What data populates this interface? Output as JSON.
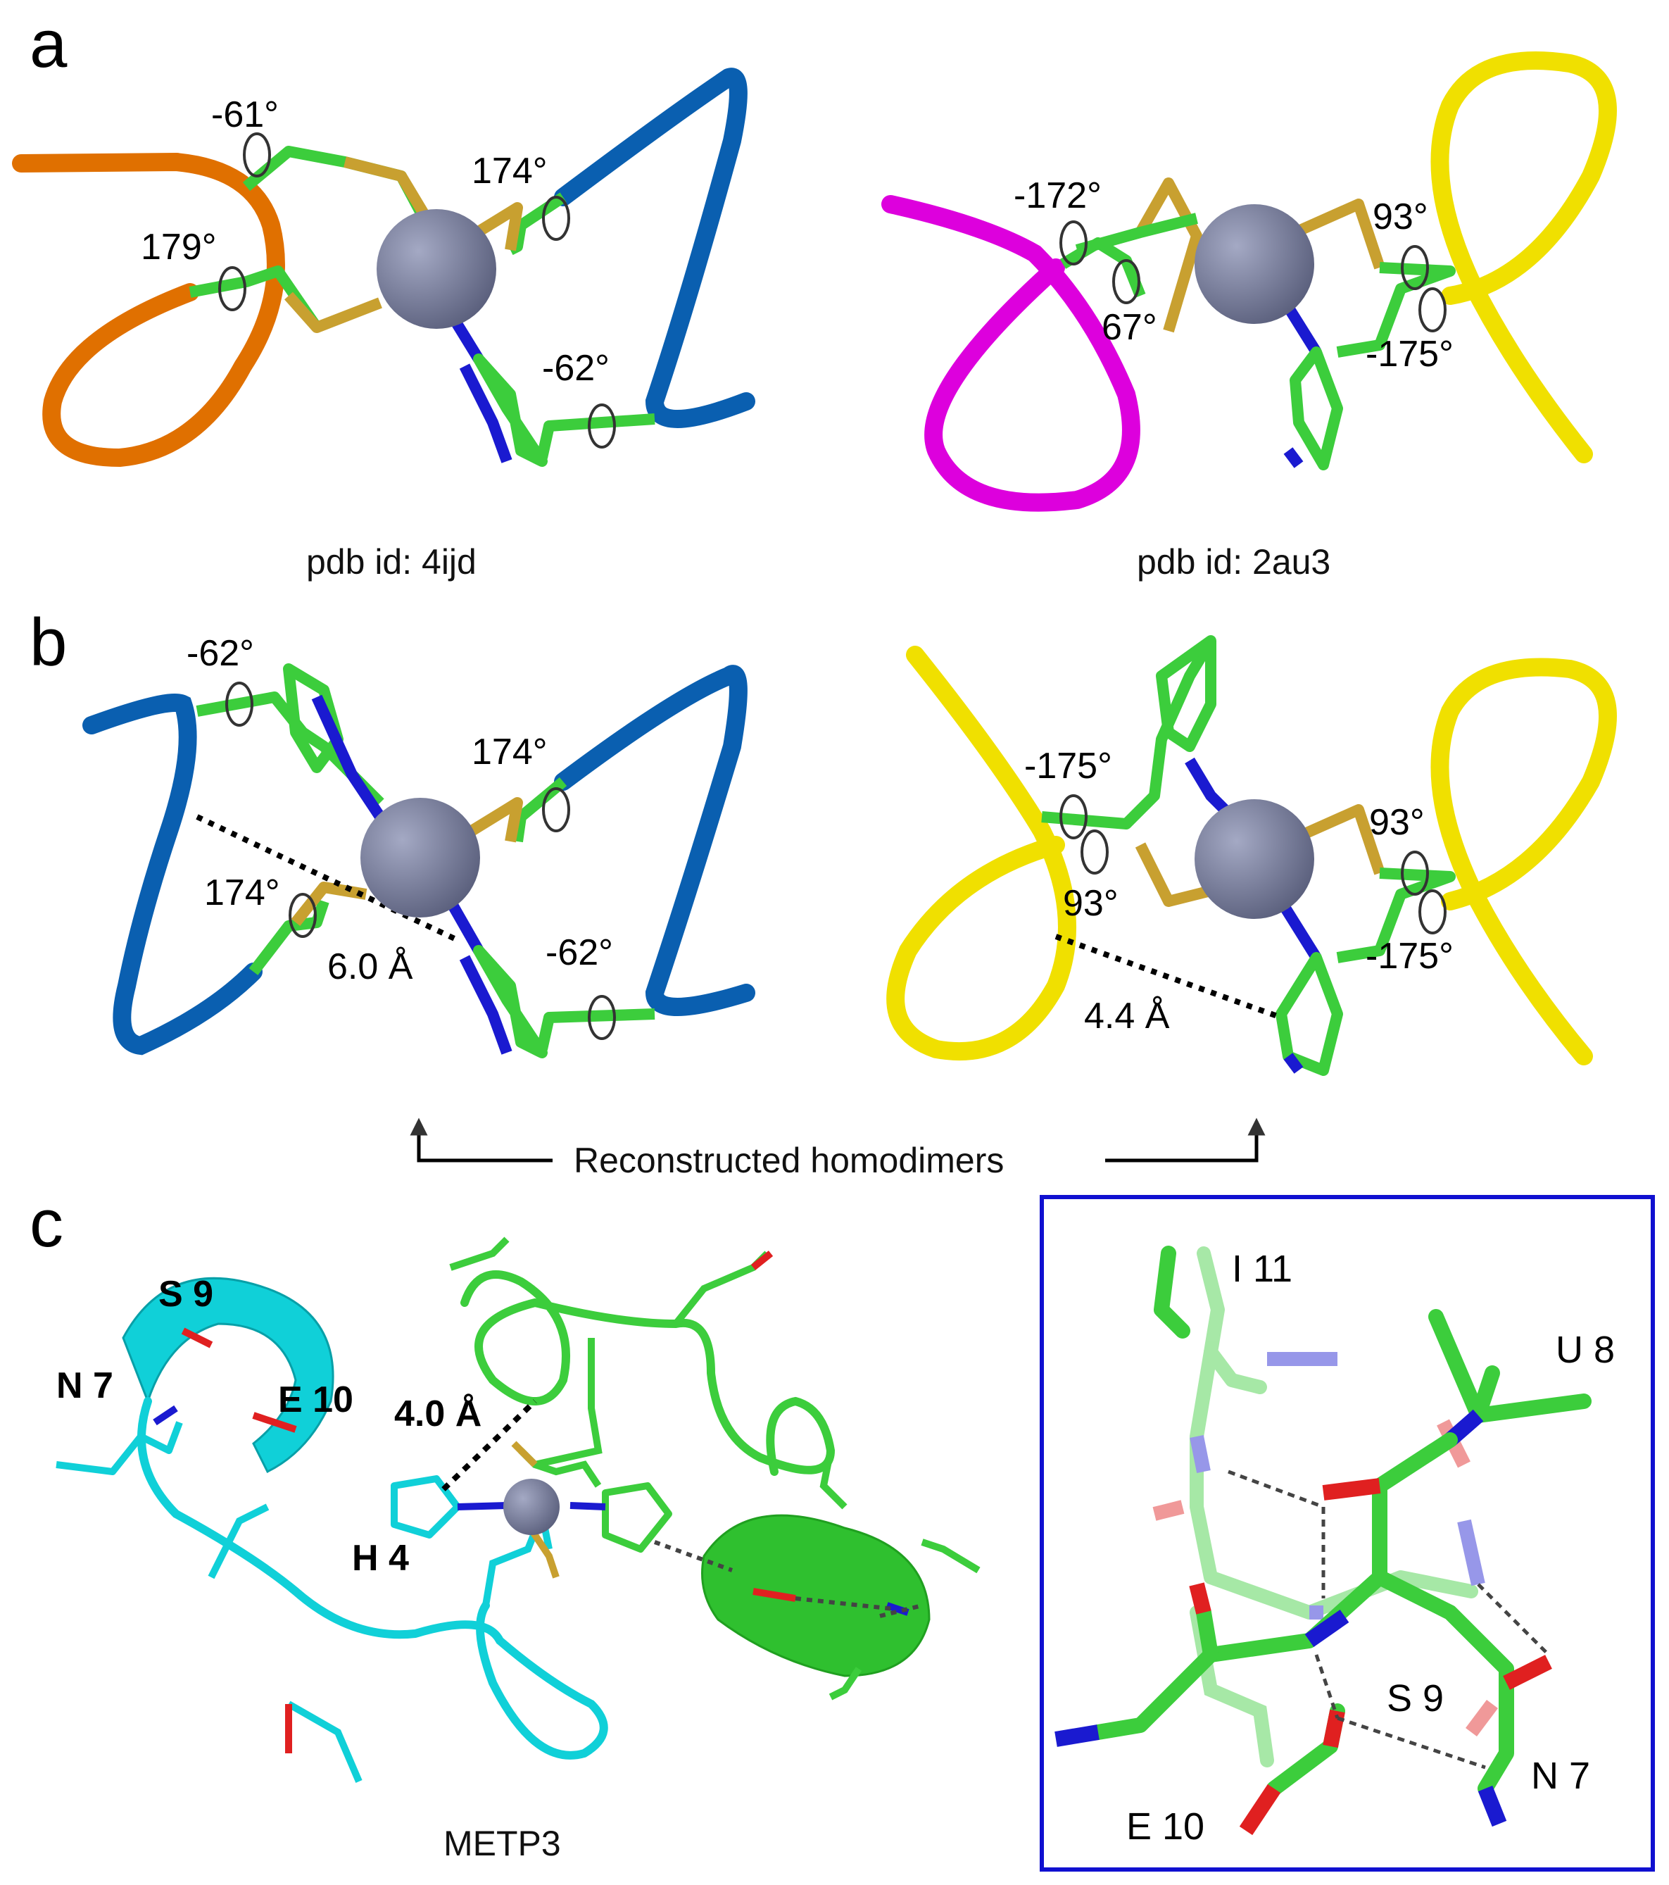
{
  "panels": {
    "a": {
      "letter": "a",
      "left_caption": "pdb id: 4ijd",
      "right_caption": "pdb id: 2au3",
      "left_angles": [
        "-61°",
        "179°",
        "174°",
        "-62°"
      ],
      "right_angles": [
        "-172°",
        "67°",
        "93°",
        "-175°"
      ]
    },
    "b": {
      "letter": "b",
      "left_angles": [
        "-62°",
        "174°",
        "174°",
        "-62°"
      ],
      "right_angles": [
        "-175°",
        "93°",
        "93°",
        "-175°"
      ],
      "left_distance": "6.0 Å",
      "right_distance": "4.4 Å",
      "caption": "Reconstructed homodimers"
    },
    "c": {
      "letter": "c",
      "left_labels": [
        "S 9",
        "N 7",
        "E 10",
        "4.0 Å",
        "H 4"
      ],
      "left_caption": "METP3",
      "inset_labels": [
        "I 11",
        "U 8",
        "S 9",
        "N 7",
        "E 10"
      ]
    }
  },
  "colors": {
    "orange": "#e07000",
    "blue": "#0a5fb0",
    "magenta": "#dd00dd",
    "yellow": "#f0e000",
    "green": "#3ccd3c",
    "sulfur": "#c8a030",
    "nitrogen": "#1a1ad0",
    "oxygen": "#e02020",
    "zinc": "#7a7fa0",
    "cyan": "#10d0d8",
    "inset_border": "#1010d0"
  }
}
